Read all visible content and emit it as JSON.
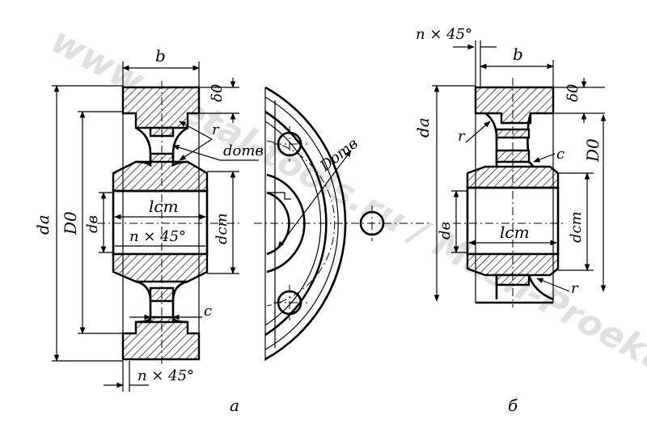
{
  "labels": {
    "b": "b",
    "delta0": "δ0",
    "r": "r",
    "d_otv": "dотв",
    "D_otv": "Dотв",
    "da": "da",
    "D0": "D0",
    "dv": "dв",
    "l_st": "lст",
    "d_st": "dст",
    "n45": "n × 45°",
    "c": "c"
  },
  "captions": {
    "a": "а",
    "b": "б"
  },
  "watermark": "www.metal-tools.ru / Mash-Proekt.ru"
}
